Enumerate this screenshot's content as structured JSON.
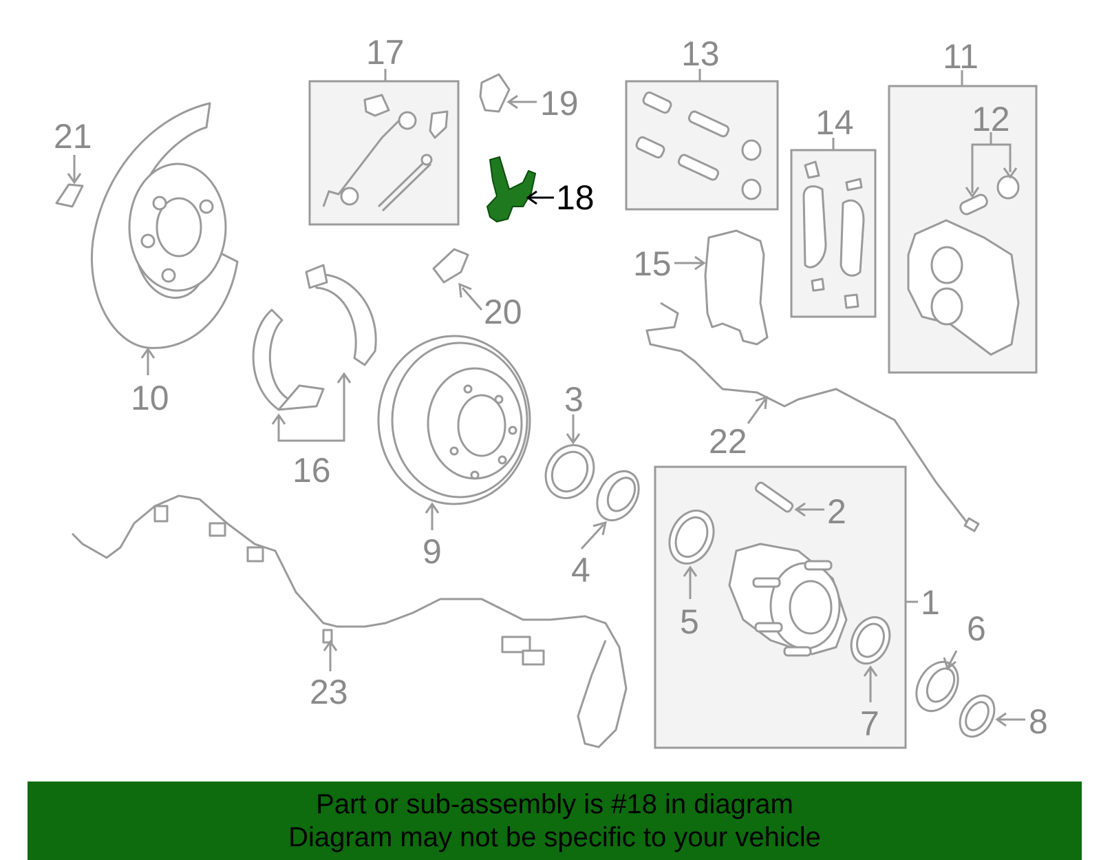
{
  "diagram": {
    "highlighted_part": "18",
    "highlight_color": "#1f7a1f",
    "labels": {
      "l1": "1",
      "l2": "2",
      "l3": "3",
      "l4": "4",
      "l5": "5",
      "l6": "6",
      "l7": "7",
      "l8": "8",
      "l9": "9",
      "l10": "10",
      "l11": "11",
      "l12": "12",
      "l13": "13",
      "l14": "14",
      "l15": "15",
      "l16": "16",
      "l17": "17",
      "l18": "18",
      "l19": "19",
      "l20": "20",
      "l21": "21",
      "l22": "22",
      "l23": "23"
    }
  },
  "banner": {
    "line1": "Part or sub-assembly is #18 in diagram",
    "line2": "Diagram may not be specific to your vehicle",
    "background": "#0e6b0e"
  }
}
